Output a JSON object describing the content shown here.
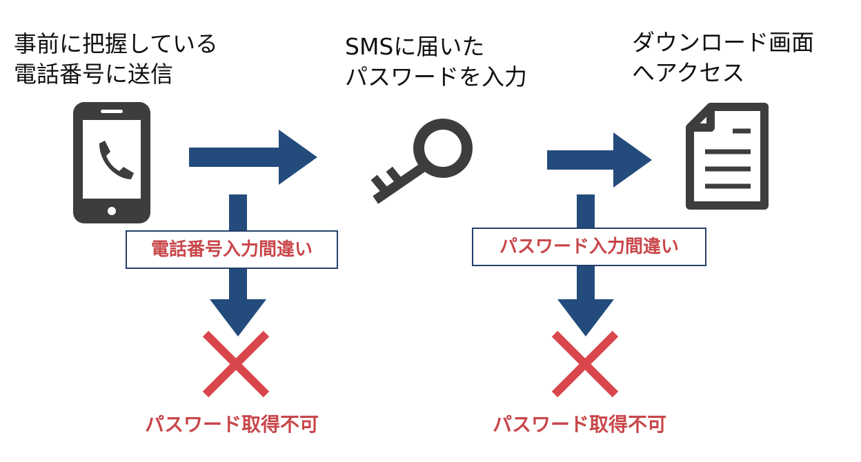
{
  "steps": [
    {
      "lines": [
        "事前に把握している",
        "電話番号に送信"
      ],
      "icon": "smartphone-call-icon"
    },
    {
      "lines": [
        "SMSに届いた",
        "パスワードを入力"
      ],
      "icon": "key-icon"
    },
    {
      "lines": [
        "ダウンロード画面",
        "へアクセス"
      ],
      "icon": "document-icon"
    }
  ],
  "errors": [
    {
      "condition": "電話番号入力間違い",
      "result": "パスワード取得不可"
    },
    {
      "condition": "パスワード入力間違い",
      "result": "パスワード取得不可"
    }
  ],
  "colors": {
    "arrow": "#234b7c",
    "icon": "#3d3d3d",
    "error": "#d9474c",
    "box_border": "#243f6b",
    "text": "#111111"
  }
}
